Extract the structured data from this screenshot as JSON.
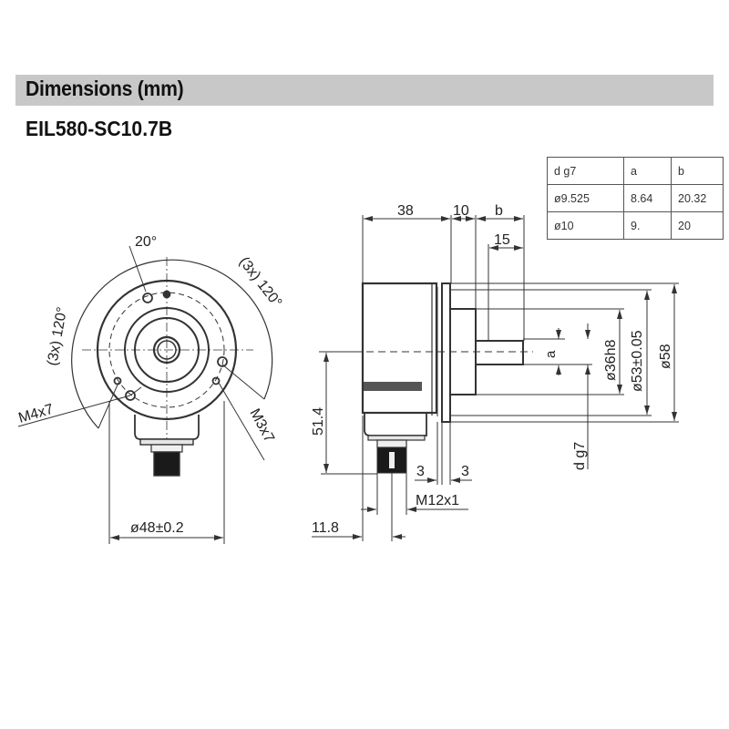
{
  "header": {
    "title": "Dimensions  (mm)"
  },
  "model": {
    "name": "EIL580-SC10.7B"
  },
  "shaft_table": {
    "headers": [
      "d g7",
      "a",
      "b"
    ],
    "rows": [
      [
        "ø9.525",
        "8.64",
        "20.32"
      ],
      [
        "ø10",
        "9.",
        "20"
      ]
    ]
  },
  "front_view": {
    "angle_top": "20°",
    "angle_left": "(3x) 120°",
    "angle_right": "(3x) 120°",
    "thread_left": "M4x7",
    "thread_right": "M3x7",
    "width": "ø48±0.2"
  },
  "side_view": {
    "len_body": "38",
    "len_flange": "10",
    "len_shaft": "b",
    "len_shaft_inner": "15",
    "height_connector": "51.4",
    "gap_left": "3",
    "gap_right": "3",
    "connector_thread": "M12x1",
    "connector_offset": "11.8",
    "dia_shaft": "d g7",
    "flat_a": "a",
    "dia_pilot": "ø36h8",
    "dia_bolt": "ø53±0.05",
    "dia_body": "ø58"
  }
}
